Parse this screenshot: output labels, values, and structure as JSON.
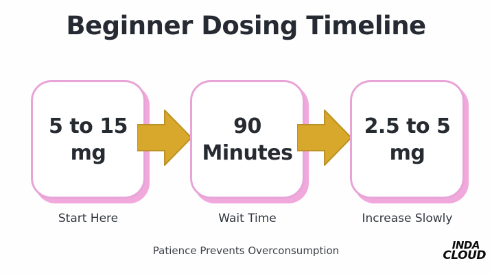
{
  "title": "Beginner Dosing Timeline",
  "steps": [
    {
      "dose_line1": "5 to 15",
      "dose_line2": "mg",
      "label": "Start Here"
    },
    {
      "dose_line1": "90",
      "dose_line2": "Minutes",
      "label": "Wait Time"
    },
    {
      "dose_line1": "2.5 to 5",
      "dose_line2": "mg",
      "label": "Increase Slowly"
    }
  ],
  "footer": {
    "tagline": "Patience Prevents Overconsumption"
  },
  "logo": {
    "line1": "INDA",
    "line2": "CLOUD"
  },
  "colors": {
    "background": "#FEFEFE",
    "title_text": "#262B33",
    "dose_text": "#262B32",
    "label_text": "#30353D",
    "box_fill": "#FFFFFF",
    "box_border_pink": "#E8A4D7",
    "box_shadow_pink": "#F1A8DD",
    "arrow_gold_fill": "#D7A82B",
    "arrow_gold_stroke": "#BD9125",
    "tagline_text": "#3B4046",
    "logo_text": "#0A0A0A"
  }
}
